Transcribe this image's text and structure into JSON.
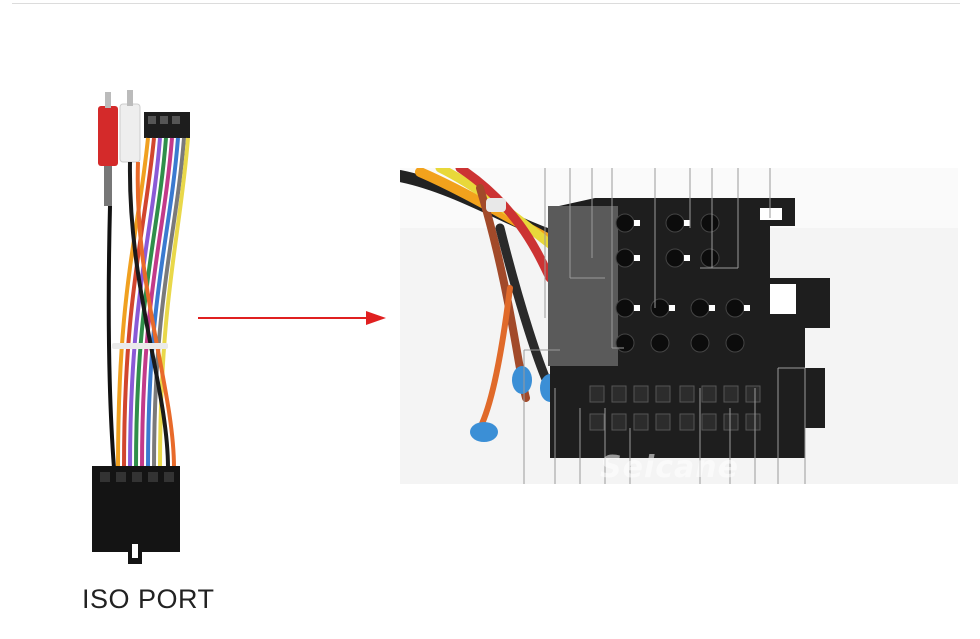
{
  "caption": "ISO PORT",
  "watermark": "Seicane",
  "icons": [
    "iso-harness-photo",
    "arrow-right-icon",
    "connector-closeup-photo"
  ],
  "colors": {
    "arrow": "#e02020",
    "connector": "#1e1e1e",
    "tip_blue": "#3b8fd6"
  }
}
